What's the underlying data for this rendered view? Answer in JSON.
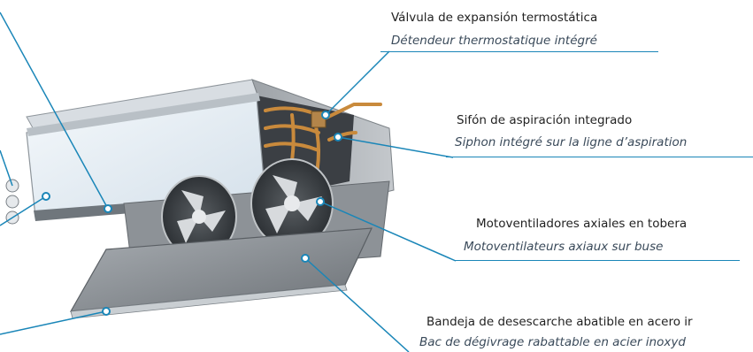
{
  "callouts": [
    {
      "es": "Válvula de expansión termostática",
      "fr": "Détendeur thermostatique intégré"
    },
    {
      "es": "Sifón de aspiración integrado",
      "fr": "Siphon intégré sur la ligne d’aspiration"
    },
    {
      "es": "Motoventiladores axiales en tobera",
      "fr": "Motoventilateurs axiaux sur buse"
    },
    {
      "es": "Bandeja de desescarche abatible en acero ir",
      "fr": "Bac de dégivrage rabattable en acier inoxyd"
    }
  ],
  "colors": {
    "leader": "#1a86b8",
    "text": "#222222",
    "italic": "#3a4a5a"
  }
}
